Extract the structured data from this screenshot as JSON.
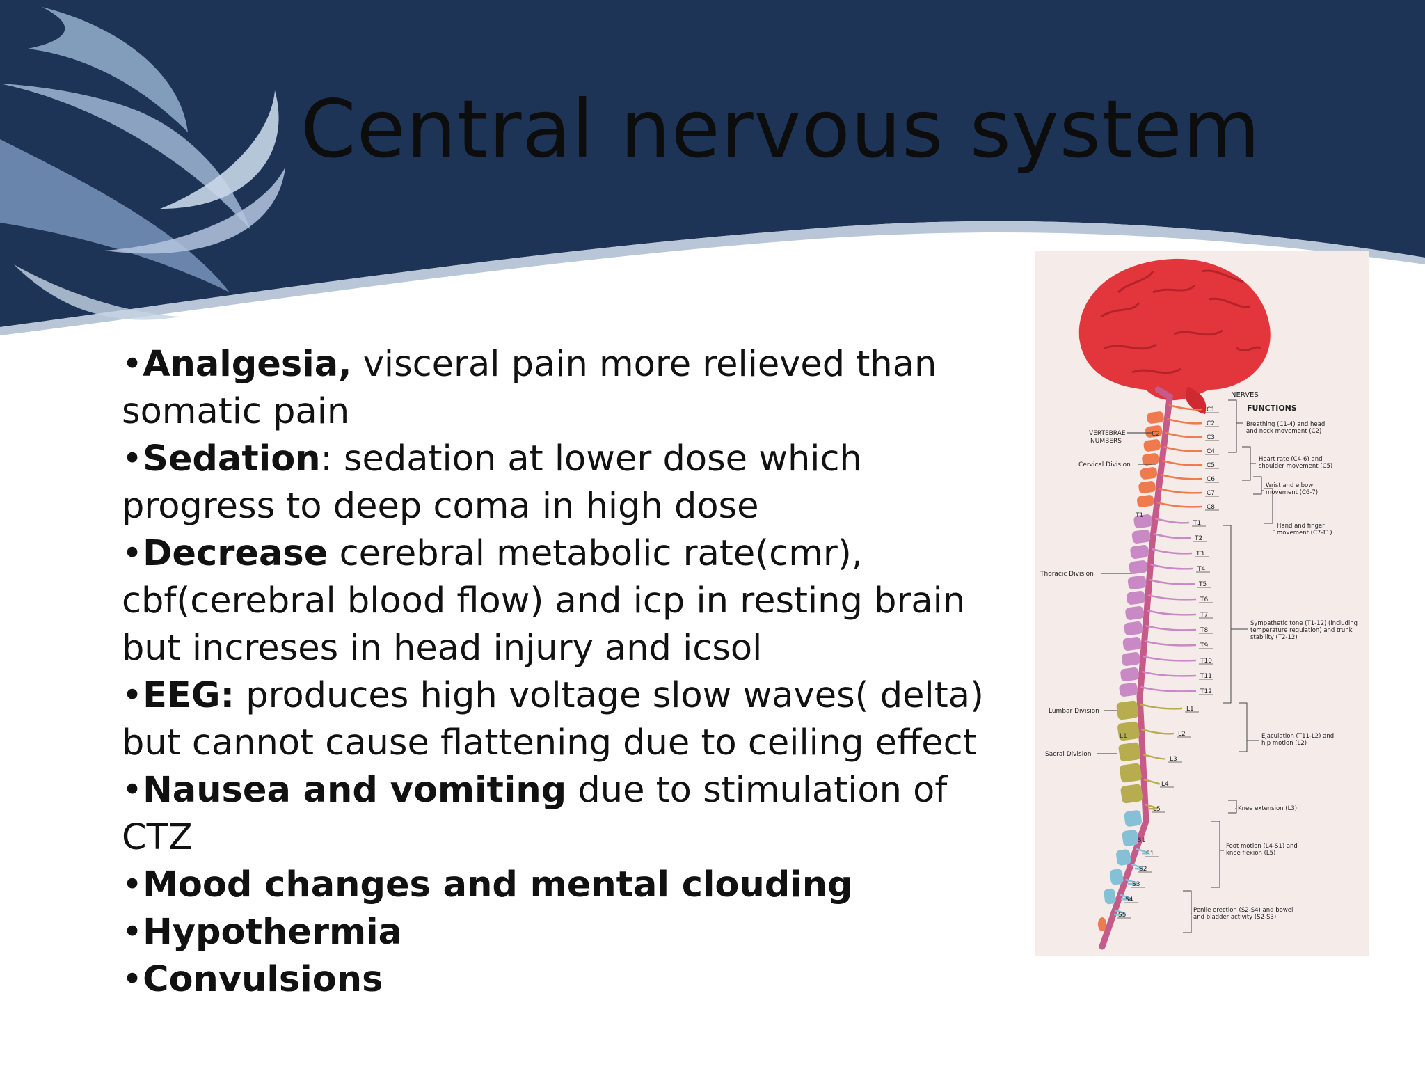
{
  "slide": {
    "title": "Central nervous system",
    "bullets": [
      {
        "marker": "•",
        "bold": "Analgesia,",
        "text": " visceral pain more relieved than somatic pain"
      },
      {
        "marker": "•",
        "bold": "Sedation",
        "text": ": sedation at lower dose which progress to deep coma in high dose"
      },
      {
        "marker": "•",
        "bold": "Decrease",
        "text": "  cerebral metabolic rate(cmr), cbf(cerebral blood flow) and icp in resting brain but increses in head injury and icsol"
      },
      {
        "marker": "•",
        "bold": "EEG:",
        "text": " produces high voltage slow waves( delta) but cannot cause flattening due to ceiling effect"
      },
      {
        "marker": "•",
        "bold": "Nausea and vomiting",
        "text": " due to stimulation of CTZ"
      },
      {
        "marker": "•",
        "bold": "Mood changes and mental clouding",
        "text": ""
      },
      {
        "marker": "•",
        "bold": "Hypothermia",
        "text": ""
      },
      {
        "marker": "•",
        "bold": "Convulsions",
        "text": ""
      }
    ]
  },
  "figure": {
    "header_nerves": "NERVES",
    "header_functions": "FUNCTIONS",
    "header_vertebrae": "VERTEBRAE NUMBERS",
    "divisions": {
      "cervical": "Cervical Division",
      "thoracic": "Thoracic Division",
      "lumbar": "Lumbar Division",
      "sacral": "Sacral Division"
    },
    "vertebra_markers": {
      "c2": "C2",
      "t1": "T1",
      "l1": "L1",
      "s1": "S1"
    },
    "nerves": [
      "C1",
      "C2",
      "C3",
      "C4",
      "C5",
      "C6",
      "C7",
      "C8",
      "T1",
      "T2",
      "T3",
      "T4",
      "T5",
      "T6",
      "T7",
      "T8",
      "T9",
      "T10",
      "T11",
      "T12",
      "L1",
      "L2",
      "L3",
      "L4",
      "L5",
      "S1",
      "S2",
      "S3",
      "S4",
      "S5"
    ],
    "functions": {
      "f1": "Breathing (C1-4) and head and neck movement (C2)",
      "f2": "Heart rate (C4-6) and shoulder movement (C5)",
      "f3": "Wrist and elbow movement (C6-7)",
      "f4": "Hand and finger movement (C7-T1)",
      "f5": "Sympathetic tone (T1-12) (including temperature regulation) and trunk stability (T2-12)",
      "f6": "Ejaculation (T11-L2) and hip motion (L2)",
      "f7": "Knee extension (L3)",
      "f8": "Foot motion (L4-S1) and knee flexion (L5)",
      "f9": "Penile erection (S2-S4) and bowel and bladder activity (S2-S3)"
    },
    "colors": {
      "brain": "#e3353c",
      "cervical": "#ef7a4e",
      "thoracic": "#c889c4",
      "lumbar": "#b7ad4e",
      "sacral": "#84c0d6",
      "cord": "#c65a88"
    }
  },
  "theme": {
    "banner_navy": "#1d3457",
    "swoosh_light": "#a9bfd9",
    "swoosh_mid": "#6f8db5"
  }
}
